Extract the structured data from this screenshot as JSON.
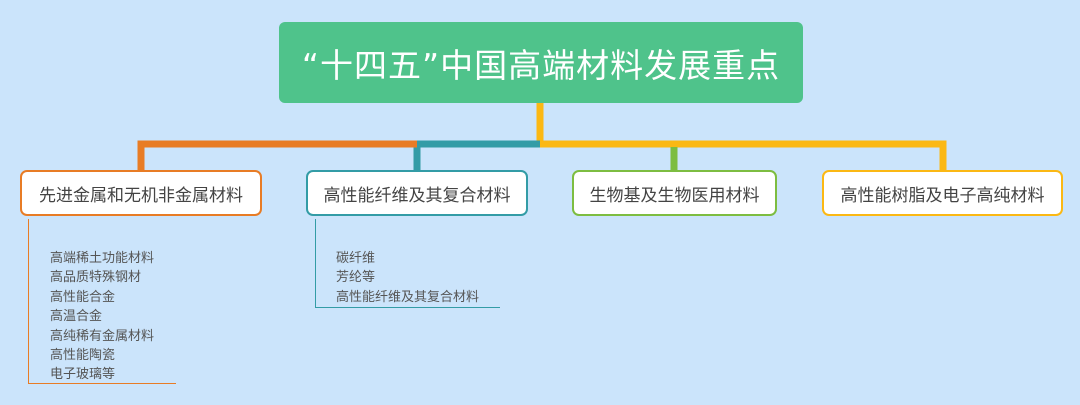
{
  "title": "“十四五”中国高端材料发展重点",
  "colors": {
    "background": "#cbe4fb",
    "root": "#4fc38b",
    "orange": "#e87c25",
    "teal": "#339ca6",
    "green": "#7dbd41",
    "yellow": "#fbb814"
  },
  "branches": [
    {
      "label": "先进金属和无机非金属材料",
      "items": [
        "高端稀土功能材料",
        "高品质特殊钢材",
        "高性能合金",
        "高温合金",
        "高纯稀有金属材料",
        "高性能陶瓷",
        "电子玻璃等"
      ]
    },
    {
      "label": "高性能纤维及其复合材料",
      "items": [
        "碳纤维",
        "芳纶等",
        "高性能纤维及其复合材料"
      ]
    },
    {
      "label": "生物基及生物医用材料",
      "items": []
    },
    {
      "label": "高性能树脂及电子高纯材料",
      "items": []
    }
  ]
}
